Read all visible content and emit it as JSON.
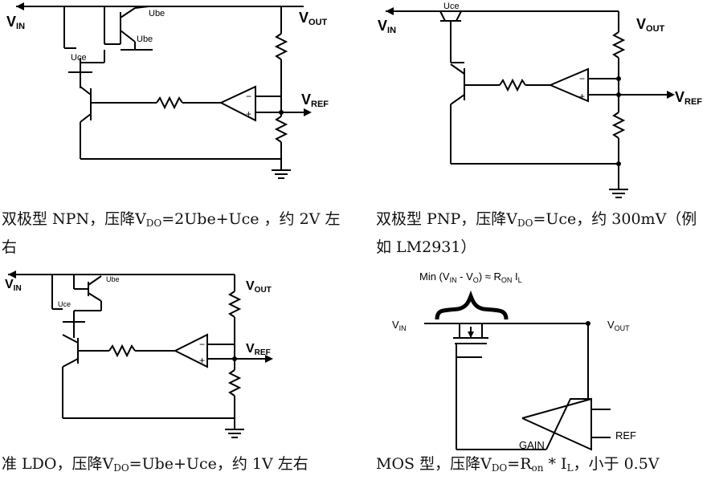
{
  "npn": {
    "vin": "V",
    "vin_sub": "IN",
    "vout": "V",
    "vout_sub": "OUT",
    "vref": "V",
    "vref_sub": "REF",
    "ube1": "Ube",
    "ube2": "Ube",
    "uce": "Uce",
    "minus": "−",
    "plus": "+",
    "caption": {
      "pre": "双极型 NPN，压降V",
      "sub": "DO",
      "post": "=2Ube+Uce ，约 2V 左",
      "line2": "右"
    }
  },
  "pnp": {
    "vin": "V",
    "vin_sub": "IN",
    "vout": "V",
    "vout_sub": "OUT",
    "vref": "V",
    "vref_sub": "REF",
    "uce": "Uce",
    "minus": "−",
    "plus": "+",
    "caption": {
      "pre": "双极型 PNP，压降V",
      "sub": "DO",
      "post": "=Uce，约 300mV（例",
      "line2": "如 LM2931）"
    }
  },
  "quasi": {
    "vin": "V",
    "vin_sub": "IN",
    "vout": "V",
    "vout_sub": "OUT",
    "vref": "V",
    "vref_sub": "REF",
    "ube": "Ube",
    "uce": "Uce",
    "minus": "−",
    "plus": "+",
    "caption": {
      "pre": "准 LDO，压降V",
      "sub": "DO",
      "post": "=Ube+Uce，约 1V 左右"
    }
  },
  "mos": {
    "formula": "Min (V",
    "formula_sub1": "IN",
    "formula_mid": " - V",
    "formula_sub2": "O",
    "formula_mid2": ") ≈ R",
    "formula_sub3": "ON",
    "formula_end": " I",
    "formula_sub4": "L",
    "vin": "V",
    "vin_sub": "IN",
    "vout": "V",
    "vout_sub": "OUT",
    "ref": "REF",
    "gain": "GAIN",
    "caption": {
      "pre": "MOS 型，压降V",
      "sub": "DO",
      "mid": "=R",
      "sub2": "on",
      "mid2": " * I",
      "sub3": "L",
      "post": "，小于 0.5V"
    }
  }
}
